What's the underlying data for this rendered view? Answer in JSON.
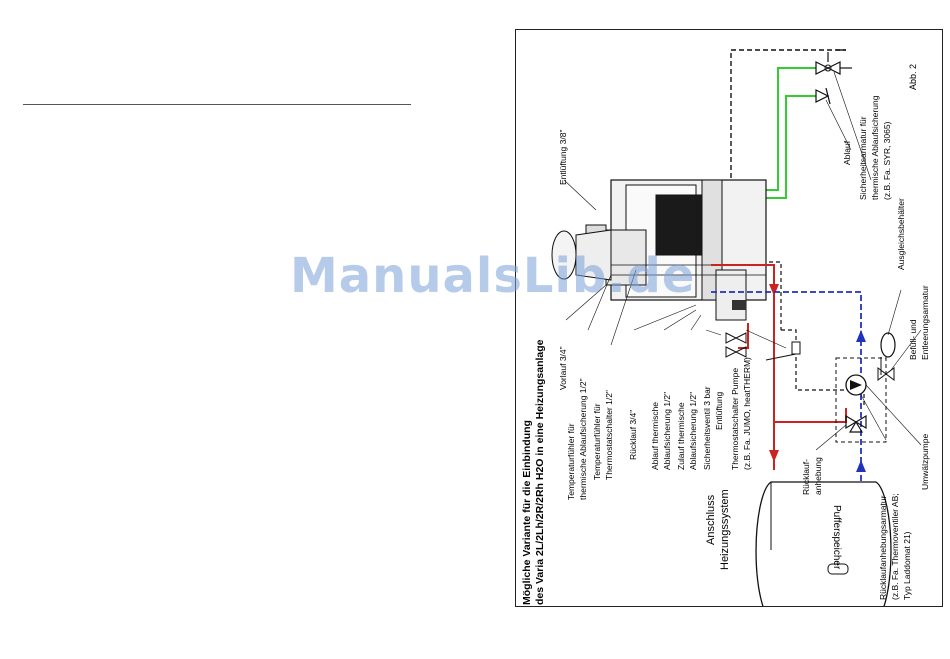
{
  "watermark": "ManualsLib.de",
  "title": {
    "line1": "Mögliche Variante für die Einbindung",
    "line2": "des Varia 2L/2Lh/2R/2Rh H2O in eine Heizungsanlage"
  },
  "figure_label": "Abb. 2",
  "labels": {
    "entlueftung_38": "Entlüftung 3/8\"",
    "vorlauf": "Vorlauf 3/4\"",
    "temp_fuehler_a": "Temperaturfühler für",
    "temp_fuehler_b": "thermische Ablaufsicherung 1/2\"",
    "temp_thermo_a": "Temperaturfühler für",
    "temp_thermo_b": "Thermostatschalter 1/2\"",
    "ruecklauf": "Rücklauf 3/4\"",
    "ablauf_therm_a": "Ablauf thermische",
    "ablauf_therm_b": "Ablaufsicherung 1/2\"",
    "zulauf_therm_a": "Zulauf thermische",
    "zulauf_therm_b": "Ablaufsicherung 1/2\"",
    "sicherheitsventil": "Sicherheitsventil 3 bar",
    "entlueftung": "Entlüftung",
    "thermostat_pumpe_a": "Thermostatschalter Pumpe",
    "thermostat_pumpe_b": "(z.B. Fa. JUMO, heatTHERM)",
    "ruecklaufanhebung_a": "Rücklauf-",
    "ruecklaufanhebung_b": "anhebung",
    "anschluss_a": "Anschluss",
    "anschluss_b": "Heizungssystem",
    "pufferspeicher": "Pufferspeicher",
    "armatur_a": "Rücklaufanhebungsarmatur",
    "armatur_b": "(z.B. Fa. Thermoventiler AB;",
    "armatur_c": "Typ Laddomat 21)",
    "umwaelzpumpe": "Umwälzpumpe",
    "befuell_a": "Befüll- und",
    "befuell_b": "Entleerungsarmatur",
    "ausgleich": "Ausgleichsbehälter",
    "ablauf": "Ablauf",
    "sicherheitsarmatur_a": "Sicherheitsarmatur für",
    "sicherheitsarmatur_b": "thermische Ablaufsicherung",
    "sicherheitsarmatur_c": "(z.B. Fa. SYR, 3065)"
  },
  "colors": {
    "flow_red": "#cc2222",
    "return_blue": "#2233bb",
    "safety_green": "#33cc33",
    "line_black": "#111111"
  }
}
